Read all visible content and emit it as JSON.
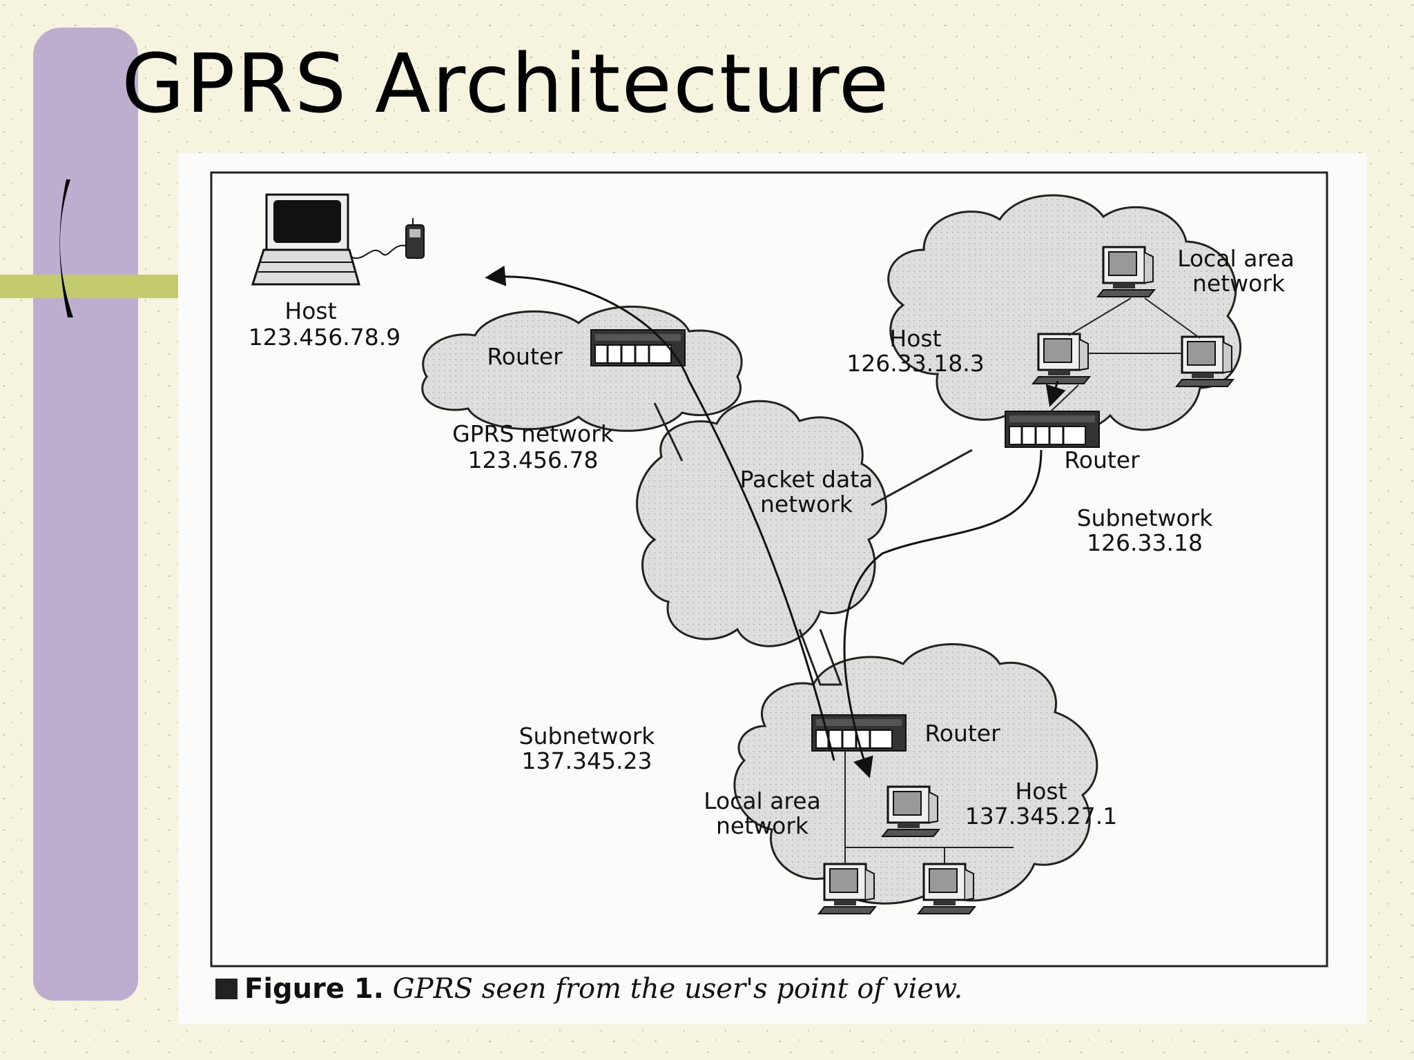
{
  "slide": {
    "title": "GPRS Architecture"
  },
  "figure": {
    "caption_label": "Figure 1.",
    "caption_text": "GPRS seen from the user's point of view."
  },
  "diagram": {
    "host_mobile": {
      "label": "Host",
      "address": "123.456.78.9"
    },
    "gprs_router": {
      "label": "Router"
    },
    "gprs_network": {
      "label": "GPRS network",
      "address": "123.456.78"
    },
    "packet_data_network": {
      "line1": "Packet data",
      "line2": "network"
    },
    "upper_lan": {
      "line1": "Local area",
      "line2": "network"
    },
    "upper_host": {
      "label": "Host",
      "address": "126.33.18.3"
    },
    "upper_router": {
      "label": "Router"
    },
    "upper_subnet": {
      "label": "Subnetwork",
      "address": "126.33.18"
    },
    "lower_subnet": {
      "label": "Subnetwork",
      "address": "137.345.23"
    },
    "lower_router": {
      "label": "Router"
    },
    "lower_lan": {
      "line1": "Local area",
      "line2": "network"
    },
    "lower_host": {
      "label": "Host",
      "address": "137.345.27.1"
    }
  },
  "colors": {
    "background": "#f6f3df",
    "side_bar": "#bdaed0",
    "stripe": "#c4cb6e",
    "cloud_fill": "#dcdcdc"
  }
}
